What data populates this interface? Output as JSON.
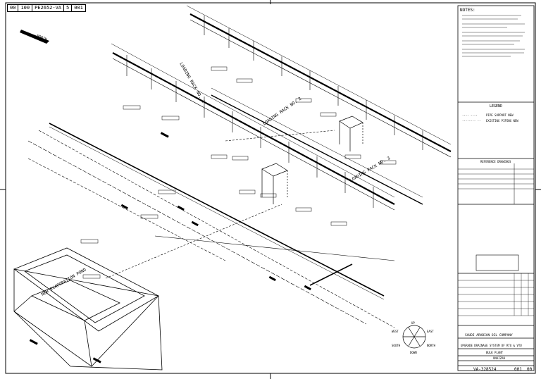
{
  "stamp": {
    "cells": [
      "00",
      "100",
      "PE2652-VA",
      "5",
      "001"
    ]
  },
  "north": {
    "label": "NORTH"
  },
  "racks": [
    {
      "label": "LOADING RACK NO. 1"
    },
    {
      "label": "LOADING RACK NO. 2"
    },
    {
      "label": "LOADING RACK NO. 3"
    }
  ],
  "pond": {
    "label": "NEW EVAPORATION POND"
  },
  "compass": {
    "up": "UP",
    "east": "EAST",
    "west": "WEST",
    "north": "NORTH",
    "south": "SOUTH",
    "down": "DOWN"
  },
  "sidebar": {
    "notes_title": "NOTES:",
    "legend_title": "LEGEND",
    "legend": [
      {
        "code": "---- ----",
        "text": "PIPE SUPPORT NEW"
      },
      {
        "code": "-------- --",
        "text": "EXISTING PIPING NEW"
      }
    ],
    "refs_title": "REFERENCE DRAWINGS",
    "company": "SAUDI ARABIAN OIL COMPANY",
    "drawing_title": "UPGRADE DRAINAGE SYSTEM OF RTU & VTU",
    "drawing_subtitle": "BULK PLANT",
    "plant": "UNAIZAH",
    "dwg_no": "VA-328524",
    "sheet": "001",
    "rev": "00"
  }
}
